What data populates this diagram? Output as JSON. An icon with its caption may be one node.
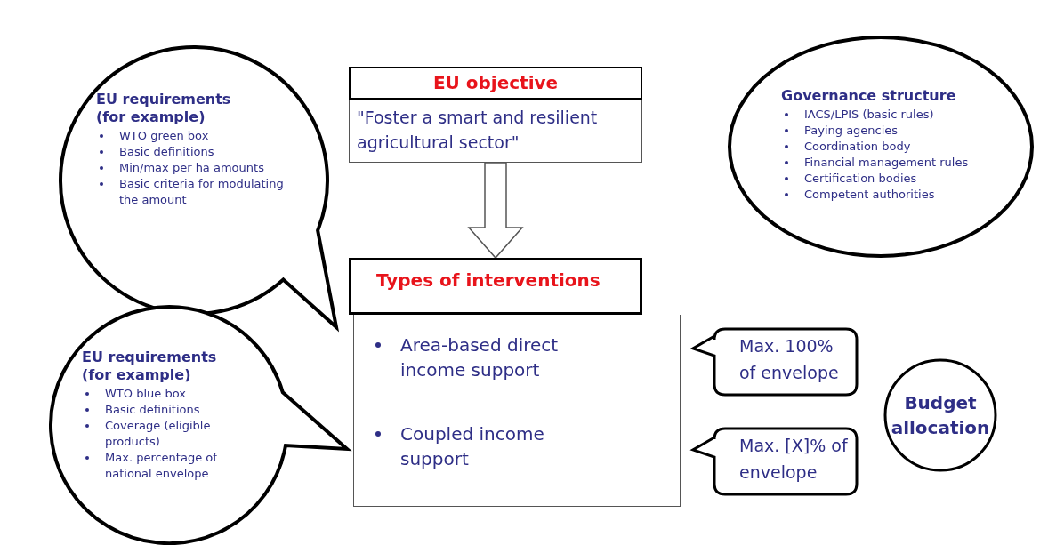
{
  "diagram": {
    "nodes": [
      {
        "text": [
          "EU objective",
          "\"Foster a smart and resilient agricultural sector\""
        ]
      },
      {
        "text": [
          "Types of interventions",
          "Area-based direct income support",
          "Coupled income support"
        ]
      },
      {
        "text": [
          "EU requirements (for example)",
          "WTO green box",
          "Basic definitions",
          "Min/max per ha amounts",
          "Basic criteria for modulating the amount"
        ]
      },
      {
        "text": [
          "EU requirements (for example)",
          "WTO blue box",
          "Basic definitions",
          "Coverage (eligible products)",
          "Max. percentage of national envelope"
        ]
      },
      {
        "text": [
          "Governance structure",
          "IACS/LPIS (basic rules)",
          "Paying agencies",
          "Coordination body",
          "Financial management rules",
          "Certification bodies",
          "Competent authorities"
        ]
      },
      {
        "text": [
          "Max. 100% of envelope"
        ]
      },
      {
        "text": [
          "Max. [X]% of envelope"
        ]
      },
      {
        "text": [
          "Budget allocation"
        ]
      }
    ],
    "edges": [
      {
        "from": 0,
        "to": 1,
        "arrow": "to"
      }
    ]
  }
}
